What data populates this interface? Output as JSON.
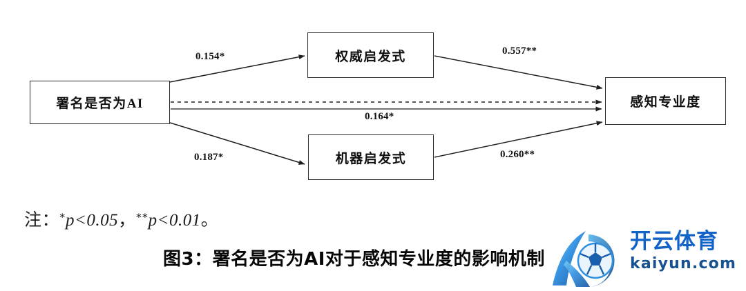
{
  "figure": {
    "caption": "图3：署名是否为AI对于感知专业度的影响机制",
    "note_prefix": "注：",
    "note_p1": "p<0.05",
    "note_sep": "，",
    "note_p2": "p<0.01",
    "note_suffix": "。",
    "star_single": "*",
    "star_double": "**"
  },
  "nodes": {
    "signature": {
      "label": "署名是否为AI"
    },
    "authority": {
      "label": "权威启发式"
    },
    "machine": {
      "label": "机器启发式"
    },
    "expertise": {
      "label": "感知专业度"
    }
  },
  "paths": {
    "a1": {
      "label": "0.154*",
      "from": "signature",
      "to": "authority",
      "coefficient": 0.154,
      "significance": "*",
      "style": "solid"
    },
    "b1": {
      "label": "0.557**",
      "from": "authority",
      "to": "expertise",
      "coefficient": 0.557,
      "significance": "**",
      "style": "solid"
    },
    "a2": {
      "label": "0.187*",
      "from": "signature",
      "to": "machine",
      "coefficient": 0.187,
      "significance": "*",
      "style": "solid"
    },
    "b2": {
      "label": "0.260**",
      "from": "machine",
      "to": "expertise",
      "coefficient": 0.26,
      "significance": "**",
      "style": "solid"
    },
    "c": {
      "label": "0.164*",
      "from": "signature",
      "to": "expertise",
      "coefficient": 0.164,
      "significance": "*",
      "style": "solid"
    },
    "c_dashed": {
      "label": "",
      "from": "signature",
      "to": "expertise",
      "style": "dashed"
    }
  },
  "watermark": {
    "brand": "开云体育",
    "url": "kaiyun.com",
    "logo_icon": "soccer-ball-icon",
    "color_primary": "#1163c8",
    "color_secondary": "#3aa6e8"
  },
  "colors": {
    "box_border": "#2b2b2b",
    "line": "#1f1f1f",
    "text": "#101010",
    "background": "#ffffff"
  }
}
